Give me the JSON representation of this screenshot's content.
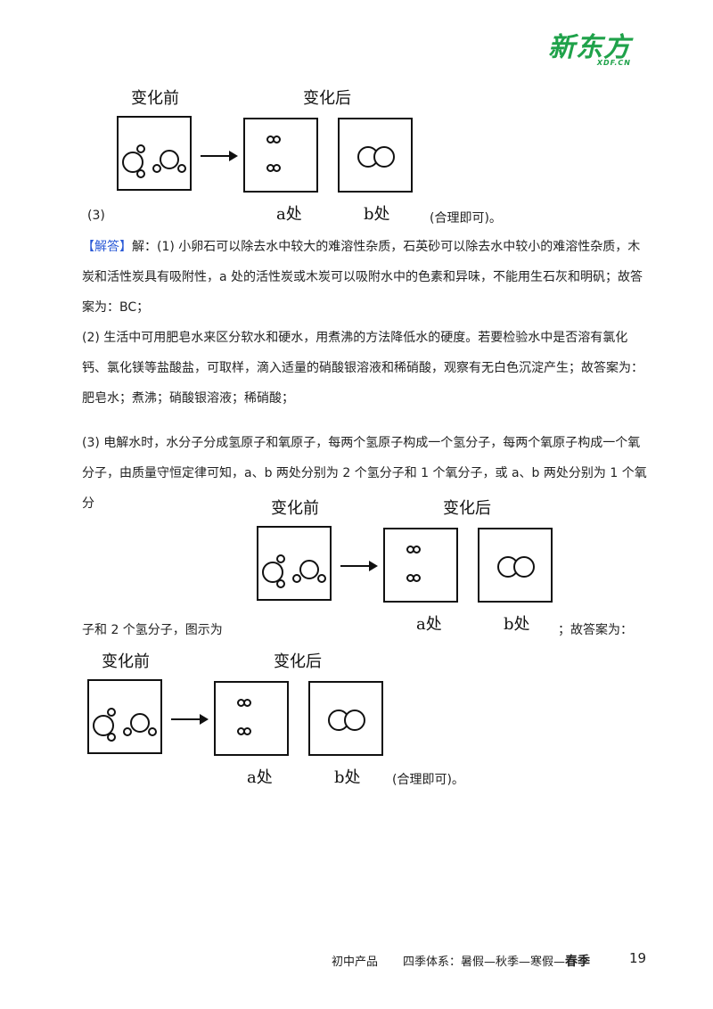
{
  "logo": {
    "cn": "新东方",
    "en": "XDF.CN"
  },
  "diagram_labels": {
    "before": "变化前",
    "after": "变化后",
    "a": "a处",
    "b": "b处"
  },
  "top": {
    "number": "(3)",
    "note": "(合理即可)。"
  },
  "answer": {
    "tag": "【解答】",
    "p1": "解：(1) 小卵石可以除去水中较大的难溶性杂质，石英砂可以除去水中较小的难溶性杂质，木炭和活性炭具有吸附性，a 处的活性炭或木炭可以吸附水中的色素和异味，不能用生石灰和明矾；故答案为：BC；",
    "p2": "(2) 生活中可用肥皂水来区分软水和硬水，用煮沸的方法降低水的硬度。若要检验水中是否溶有氯化钙、氯化镁等盐酸盐，可取样，滴入适量的硝酸银溶液和稀硝酸，观察有无白色沉淀产生；故答案为：肥皂水；煮沸；硝酸银溶液；稀硝酸；",
    "p3": "(3) 电解水时，水分子分成氢原子和氧原子，每两个氢原子构成一个氢分子，每两个氧原子构成一个氧分子，由质量守恒定律可知，a、b 两处分别为 2 个氢分子和 1 个氧分子，或 a、b 两处分别为 1 个氧分",
    "p3_tail_left": "子和  2  个氢分子，图示为",
    "p3_tail_right": "；故答案为：",
    "final_note": "(合理即可)。"
  },
  "footer": {
    "left": "初中产品",
    "mid": "四季体系：暑假—秋季—寒假—",
    "bold": "春季",
    "page": "19"
  }
}
